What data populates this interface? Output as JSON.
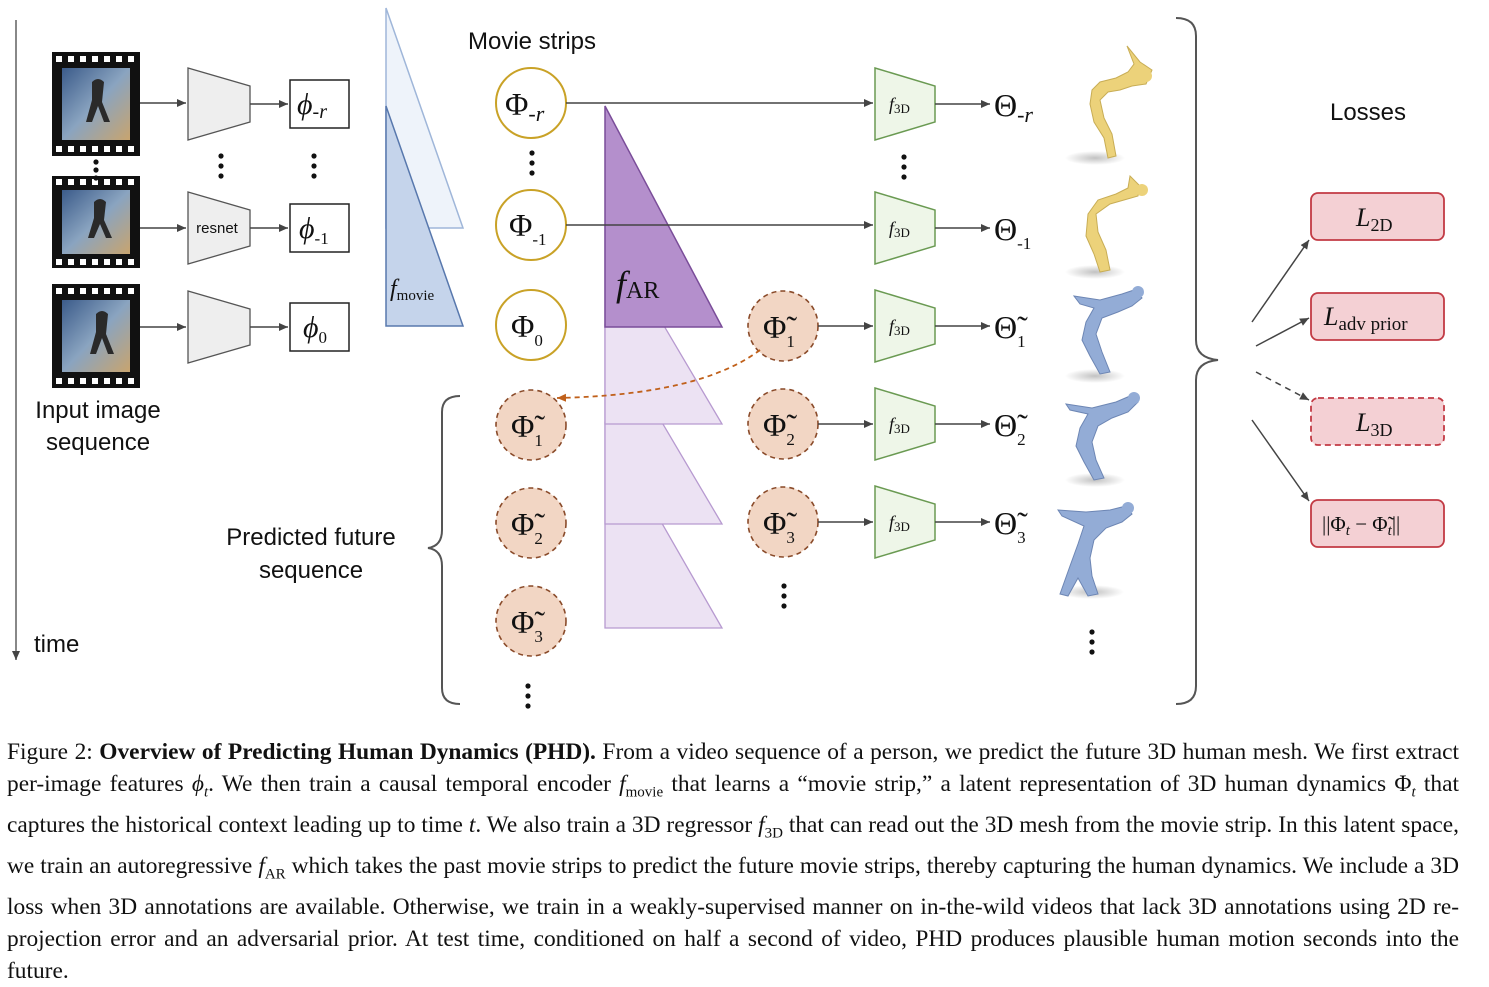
{
  "figure": {
    "labels": {
      "input_sequence": [
        "Input image",
        "sequence"
      ],
      "time": "time",
      "movie_strips": "Movie strips",
      "predicted_future": [
        "Predicted future",
        "sequence"
      ],
      "losses": "Losses",
      "resnet": "resnet",
      "f_movie": "f",
      "f_movie_sub": "movie",
      "f_ar": "f",
      "f_ar_sub": "AR",
      "f3d": "f",
      "f3d_sub": "3D"
    },
    "features": [
      {
        "sym": "ϕ",
        "sub": "-r"
      },
      {
        "sym": "ϕ",
        "sub": "-1"
      },
      {
        "sym": "ϕ",
        "sub": "0"
      }
    ],
    "movie_strips": [
      {
        "sym": "Φ",
        "sub": "-r"
      },
      {
        "sym": "Φ",
        "sub": "-1"
      },
      {
        "sym": "Φ",
        "sub": "0"
      }
    ],
    "predicted_strips": [
      {
        "sym": "Φ̃",
        "sub": "1"
      },
      {
        "sym": "Φ̃",
        "sub": "2"
      },
      {
        "sym": "Φ̃",
        "sub": "3"
      }
    ],
    "outputs": [
      {
        "sym": "Θ",
        "sub": "-r"
      },
      {
        "sym": "Θ",
        "sub": "-1"
      },
      {
        "sym": "Θ̃",
        "sub": "1"
      },
      {
        "sym": "Θ̃",
        "sub": "2"
      },
      {
        "sym": "Θ̃",
        "sub": "3"
      }
    ],
    "losses": [
      {
        "main": "L",
        "sub": "2D"
      },
      {
        "main": "L",
        "sub": "adv prior"
      },
      {
        "main": "L",
        "sub": "3D"
      },
      {
        "main": "||Φ",
        "sub": "t",
        "rest": " − Φ̃",
        "sub2": "t",
        "end": "||"
      }
    ]
  },
  "caption": {
    "figure_label": "Figure 2:",
    "title": "Overview of Predicting Human Dynamics (PHD).",
    "s1": " From a video sequence of a person, we predict the future 3D human mesh. We first extract per-image features ",
    "phi_t": "ϕ",
    "t": "t",
    "s2": ". We then train a causal temporal encoder ",
    "f": "f",
    "movie": "movie",
    "s3": " that learns a “movie strip,” a latent representation of 3D human dynamics ",
    "Phi": "Φ",
    "s4": " that captures the historical context leading up to time ",
    "s5": ". We also train a 3D regressor ",
    "f3d_sub": "3D",
    "s6": " that can read out the 3D mesh from the movie strip. In this latent space, we train an autoregressive ",
    "ar_sub": "AR",
    "s7": " which takes the past movie strips to predict the future movie strips, thereby capturing the human dynamics. We include a 3D loss when 3D annotations are available. Otherwise, we train in a weakly-supervised manner on in-the-wild videos that lack 3D annotations using 2D re-projection error and an adversarial prior. At test time, conditioned on half a second of video, PHD produces plausible human motion seconds into the future."
  },
  "colors": {
    "movie_circle_stroke": "#c9a227",
    "pred_fill": "#f2d6c4",
    "pred_stroke": "#8a4b2a",
    "fmovie_fill": "#c5d4eb",
    "far_fill": "#b48fcc",
    "f3d_fill": "#eef6e8",
    "f3d_stroke": "#6a9a52",
    "loss_fill": "#f4d0d4",
    "loss_stroke": "#c23a44",
    "mesh_gold": "#ecd27a",
    "mesh_blue": "#93acd6"
  }
}
